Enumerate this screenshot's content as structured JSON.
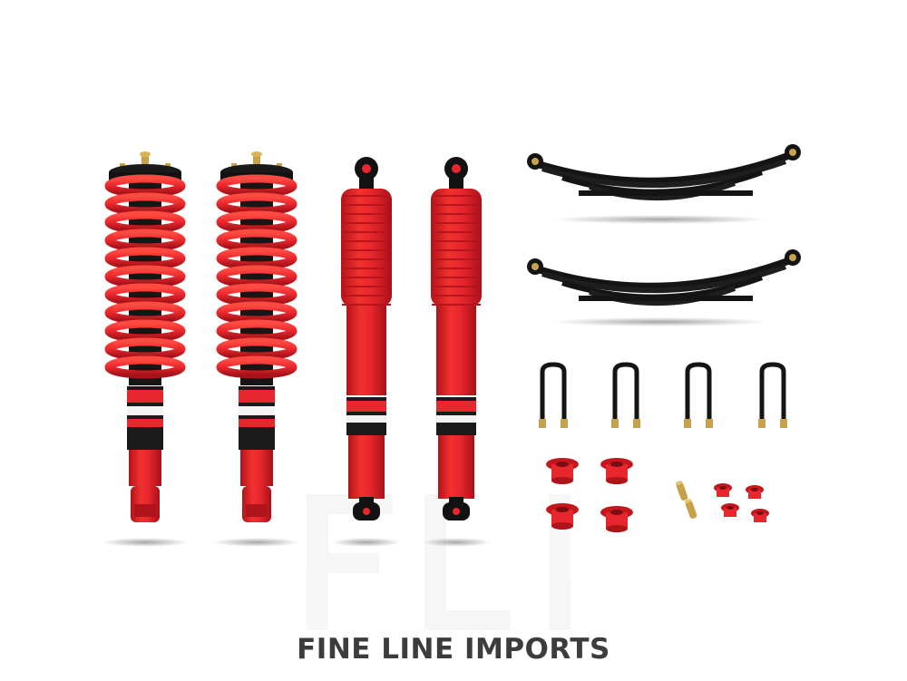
{
  "product": {
    "components": [
      "coilover-strut",
      "coilover-strut",
      "shock-absorber",
      "shock-absorber",
      "leaf-spring",
      "leaf-spring",
      "u-bolt",
      "u-bolt",
      "u-bolt",
      "u-bolt",
      "bushing-kit"
    ],
    "colors": {
      "primary_red": "#e8262d",
      "dark_red": "#b0141b",
      "black": "#121212",
      "brass": "#c8a24a",
      "text_gray": "#3c3c3c"
    }
  },
  "watermark": {
    "monogram": "FLI"
  },
  "brand": {
    "name": "FINE LINE IMPORTS"
  }
}
